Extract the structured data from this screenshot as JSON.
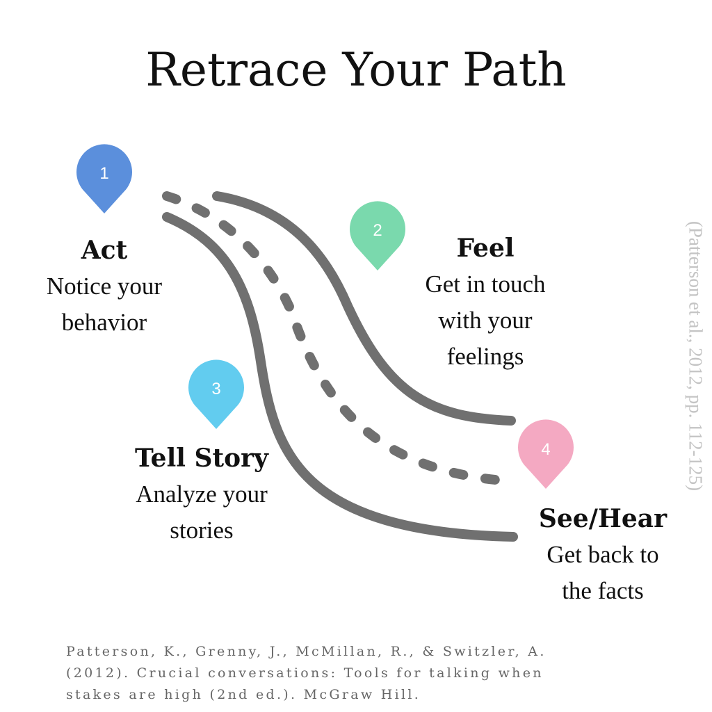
{
  "title": "Retrace Your Path",
  "steps": [
    {
      "number": "1",
      "heading": "Act",
      "lines": [
        "Notice your",
        "behavior"
      ],
      "color": "#5b8fdc"
    },
    {
      "number": "2",
      "heading": "Feel",
      "lines": [
        "Get in touch",
        "with your",
        "feelings"
      ],
      "color": "#7ad9ad"
    },
    {
      "number": "3",
      "heading": "Tell Story",
      "lines": [
        "Analyze your",
        "stories"
      ],
      "color": "#62ccef"
    },
    {
      "number": "4",
      "heading": "See/Hear",
      "lines": [
        "Get back to",
        "the facts"
      ],
      "color": "#f4a9c2"
    }
  ],
  "side_citation": "(Patterson et al., 2012, pp. 112-125)",
  "reference": [
    "Patterson, K., Grenny, J., McMillan, R., & Switzler, A.",
    "(2012). Crucial conversations: Tools for talking when",
    "stakes are high (2nd ed.). McGraw Hill."
  ]
}
